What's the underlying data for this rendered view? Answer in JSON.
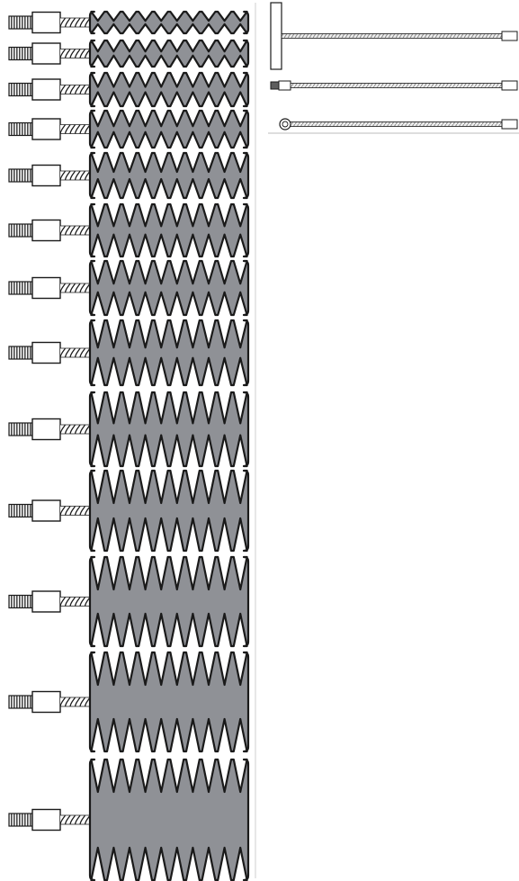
{
  "colors": {
    "background": "#ffffff",
    "outline": "#1a1a1a",
    "brush_fill": "#8f9196",
    "connector_fill": "#ffffff",
    "cable_fill": "#d9d9d9",
    "thread_fill": "#6f6f6f",
    "divider": "#bdbdbd"
  },
  "brushes": {
    "count": 13,
    "icon": "chimney-brush-icon",
    "parts": [
      "threaded-end",
      "connector",
      "twisted-wire",
      "bristle-head"
    ]
  },
  "rods": {
    "count": 3,
    "icon": "cleaning-rod-icon",
    "handle_types": [
      "t-handle",
      "threaded-tip",
      "ring-loop"
    ]
  }
}
